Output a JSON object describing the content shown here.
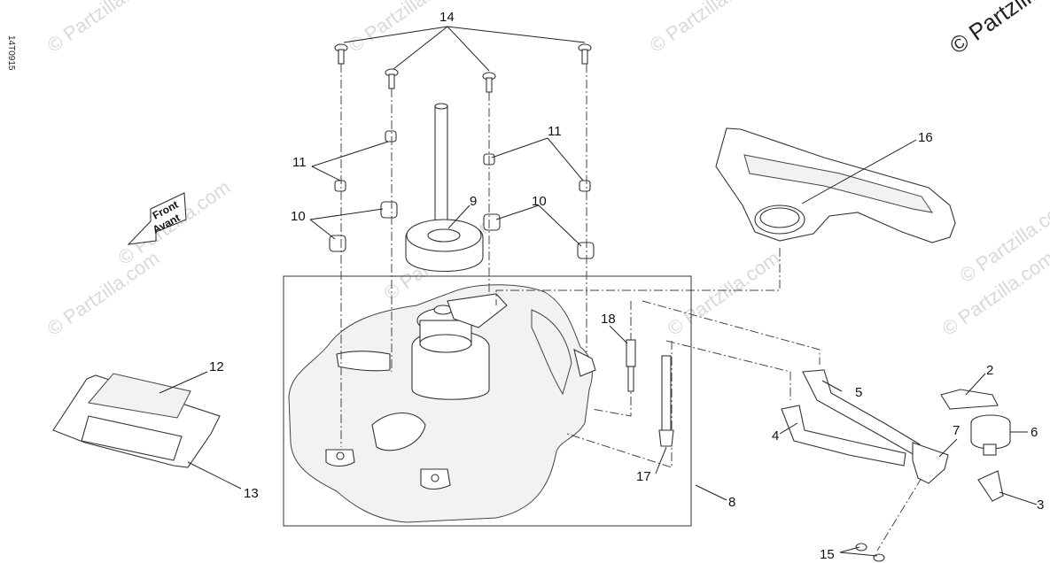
{
  "diagram": {
    "drawing_code": "14T0915",
    "watermark": "© Partzilla.com",
    "watermark_corner": "© Partzilla",
    "front_arrow": {
      "line1": "Front",
      "line2": "Avant"
    },
    "callouts": [
      {
        "id": "c1",
        "label": "2"
      },
      {
        "id": "c2",
        "label": "3"
      },
      {
        "id": "c3",
        "label": "4"
      },
      {
        "id": "c4",
        "label": "5"
      },
      {
        "id": "c5",
        "label": "6"
      },
      {
        "id": "c6",
        "label": "7"
      },
      {
        "id": "c7",
        "label": "8"
      },
      {
        "id": "c8",
        "label": "9"
      },
      {
        "id": "c9",
        "label": "10"
      },
      {
        "id": "c10",
        "label": "10"
      },
      {
        "id": "c11",
        "label": "11"
      },
      {
        "id": "c12",
        "label": "11"
      },
      {
        "id": "c13",
        "label": "12"
      },
      {
        "id": "c14",
        "label": "13"
      },
      {
        "id": "c15",
        "label": "14"
      },
      {
        "id": "c16",
        "label": "15"
      },
      {
        "id": "c17",
        "label": "16"
      },
      {
        "id": "c18",
        "label": "17"
      },
      {
        "id": "c19",
        "label": "18"
      }
    ]
  }
}
